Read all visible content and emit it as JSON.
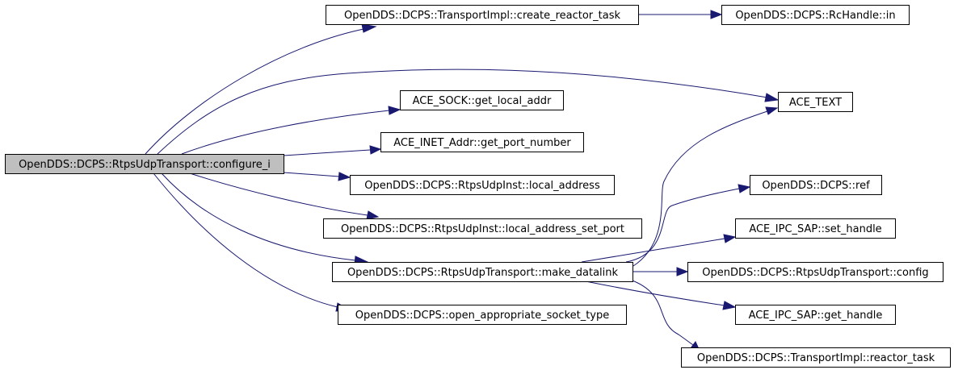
{
  "graph": {
    "nodes": [
      {
        "id": "configure_i",
        "label": "OpenDDS::DCPS::RtpsUdpTransport::configure_i",
        "root": true
      },
      {
        "id": "create_reactor_task",
        "label": "OpenDDS::DCPS::TransportImpl::create_reactor_task"
      },
      {
        "id": "rchandle_in",
        "label": "OpenDDS::DCPS::RcHandle::in"
      },
      {
        "id": "ace_text",
        "label": "ACE_TEXT"
      },
      {
        "id": "get_local_addr",
        "label": "ACE_SOCK::get_local_addr"
      },
      {
        "id": "get_port_number",
        "label": "ACE_INET_Addr::get_port_number"
      },
      {
        "id": "local_address",
        "label": "OpenDDS::DCPS::RtpsUdpInst::local_address"
      },
      {
        "id": "local_address_set_port",
        "label": "OpenDDS::DCPS::RtpsUdpInst::local_address_set_port"
      },
      {
        "id": "make_datalink",
        "label": "OpenDDS::DCPS::RtpsUdpTransport::make_datalink"
      },
      {
        "id": "open_appropriate_socket_type",
        "label": "OpenDDS::DCPS::open_appropriate_socket_type"
      },
      {
        "id": "ref",
        "label": "OpenDDS::DCPS::ref"
      },
      {
        "id": "set_handle",
        "label": "ACE_IPC_SAP::set_handle"
      },
      {
        "id": "config",
        "label": "OpenDDS::DCPS::RtpsUdpTransport::config"
      },
      {
        "id": "get_handle",
        "label": "ACE_IPC_SAP::get_handle"
      },
      {
        "id": "reactor_task",
        "label": "OpenDDS::DCPS::TransportImpl::reactor_task"
      }
    ],
    "edges": [
      {
        "from": "configure_i",
        "to": "create_reactor_task"
      },
      {
        "from": "create_reactor_task",
        "to": "rchandle_in"
      },
      {
        "from": "configure_i",
        "to": "ace_text"
      },
      {
        "from": "configure_i",
        "to": "get_local_addr"
      },
      {
        "from": "configure_i",
        "to": "get_port_number"
      },
      {
        "from": "configure_i",
        "to": "local_address"
      },
      {
        "from": "configure_i",
        "to": "local_address_set_port"
      },
      {
        "from": "configure_i",
        "to": "make_datalink"
      },
      {
        "from": "configure_i",
        "to": "open_appropriate_socket_type"
      },
      {
        "from": "make_datalink",
        "to": "ace_text"
      },
      {
        "from": "make_datalink",
        "to": "ref"
      },
      {
        "from": "make_datalink",
        "to": "set_handle"
      },
      {
        "from": "make_datalink",
        "to": "config"
      },
      {
        "from": "make_datalink",
        "to": "get_handle"
      },
      {
        "from": "make_datalink",
        "to": "reactor_task"
      }
    ]
  },
  "colors": {
    "edge": "#191970",
    "root_fill": "#bfbfbf",
    "node_fill": "#ffffff",
    "node_stroke": "#000000"
  }
}
